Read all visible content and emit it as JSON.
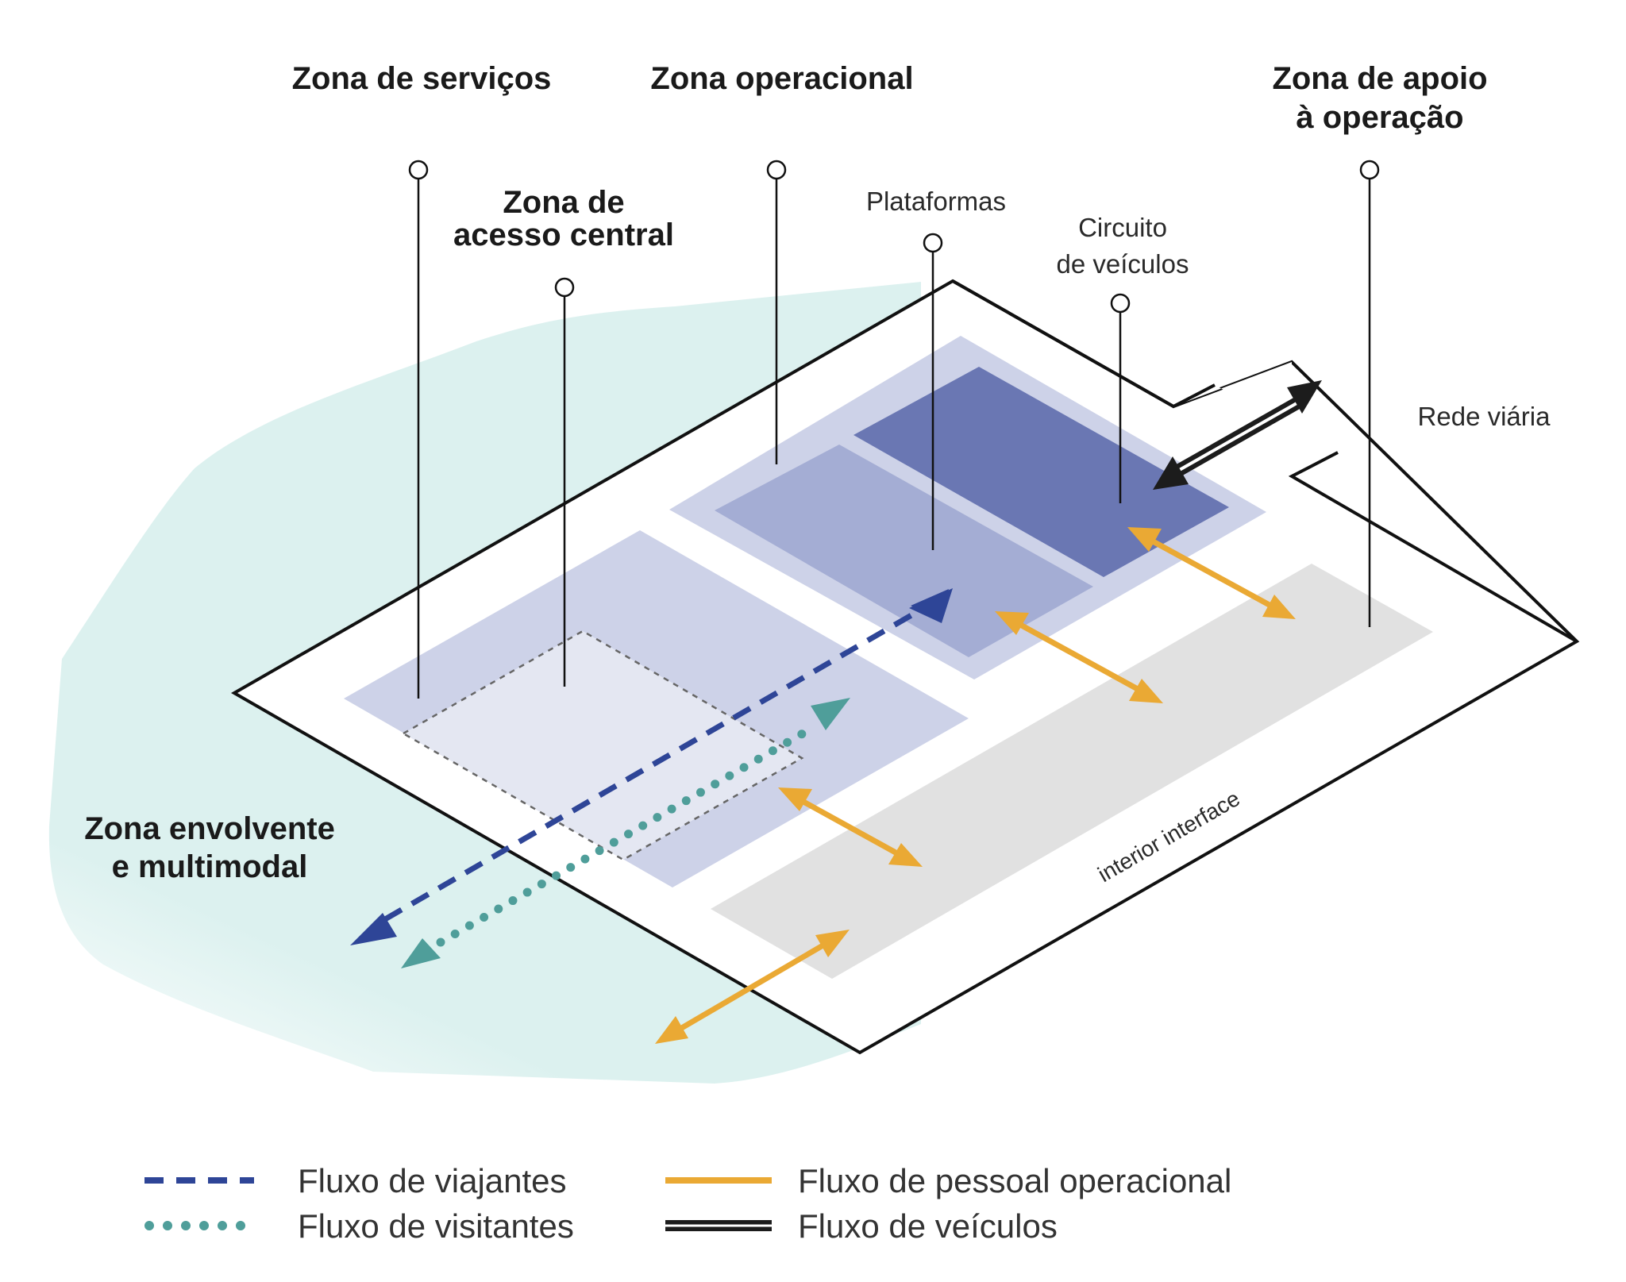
{
  "colors": {
    "surround": "#dcf1ef",
    "zone_light": "#cdd2e8",
    "zone_access": "#e4e7f2",
    "platforms": "#a4add4",
    "vehicle_circuit": "#6a77b3",
    "interface_zone": "#e1e1e1",
    "travellers_flow": "#2e4597",
    "visitors_flow": "#4f9e9a",
    "staff_flow": "#eaa934",
    "vehicle_flow": "#1c1c1c"
  },
  "labels": {
    "zona_servicos": "Zona de serviços",
    "zona_operacional": "Zona operacional",
    "zona_apoio": [
      "Zona de apoio",
      "à operação"
    ],
    "zona_acesso": [
      "Zona de",
      "acesso central"
    ],
    "plataformas": "Plataformas",
    "circuito": [
      "Circuito",
      "de veículos"
    ],
    "rede_viaria": "Rede viária",
    "zona_envolvente": [
      "Zona envolvente",
      "e multimodal"
    ],
    "interior_interface": "interior interface"
  },
  "legend": {
    "travellers": "Fluxo de viajantes",
    "visitors": "Fluxo de visitantes",
    "staff": "Fluxo de pessoal operacional",
    "vehicles": "Fluxo de veículos"
  }
}
